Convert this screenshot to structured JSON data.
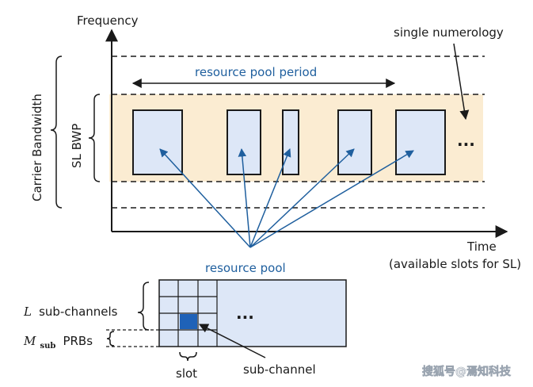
{
  "labels": {
    "frequency": "Frequency",
    "time": "Time",
    "time_note": "(available slots for SL)",
    "carrier_bandwidth": "Carrier Bandwidth",
    "sl_bwp": "SL BWP",
    "single_numerology": "single numerology",
    "resource_pool_period": "resource pool period",
    "resource_pool": "resource pool",
    "ellipsis_top": "...",
    "ellipsis_bottom": "...",
    "l_symbol": "L",
    "l_subchannels": "sub-channels",
    "m_symbol": "M",
    "m_sub": "sub",
    "m_prbs": "PRBs",
    "slot": "slot",
    "sub_channel": "sub-channel"
  },
  "watermark": "搜狐号@焉知科技",
  "colors": {
    "bwp_band": "#fbecd2",
    "pool_fill": "#dde7f7",
    "accent_blue": "#1f5f9e",
    "highlight_cell": "#1f62b8",
    "ink": "#1a1a1a"
  }
}
